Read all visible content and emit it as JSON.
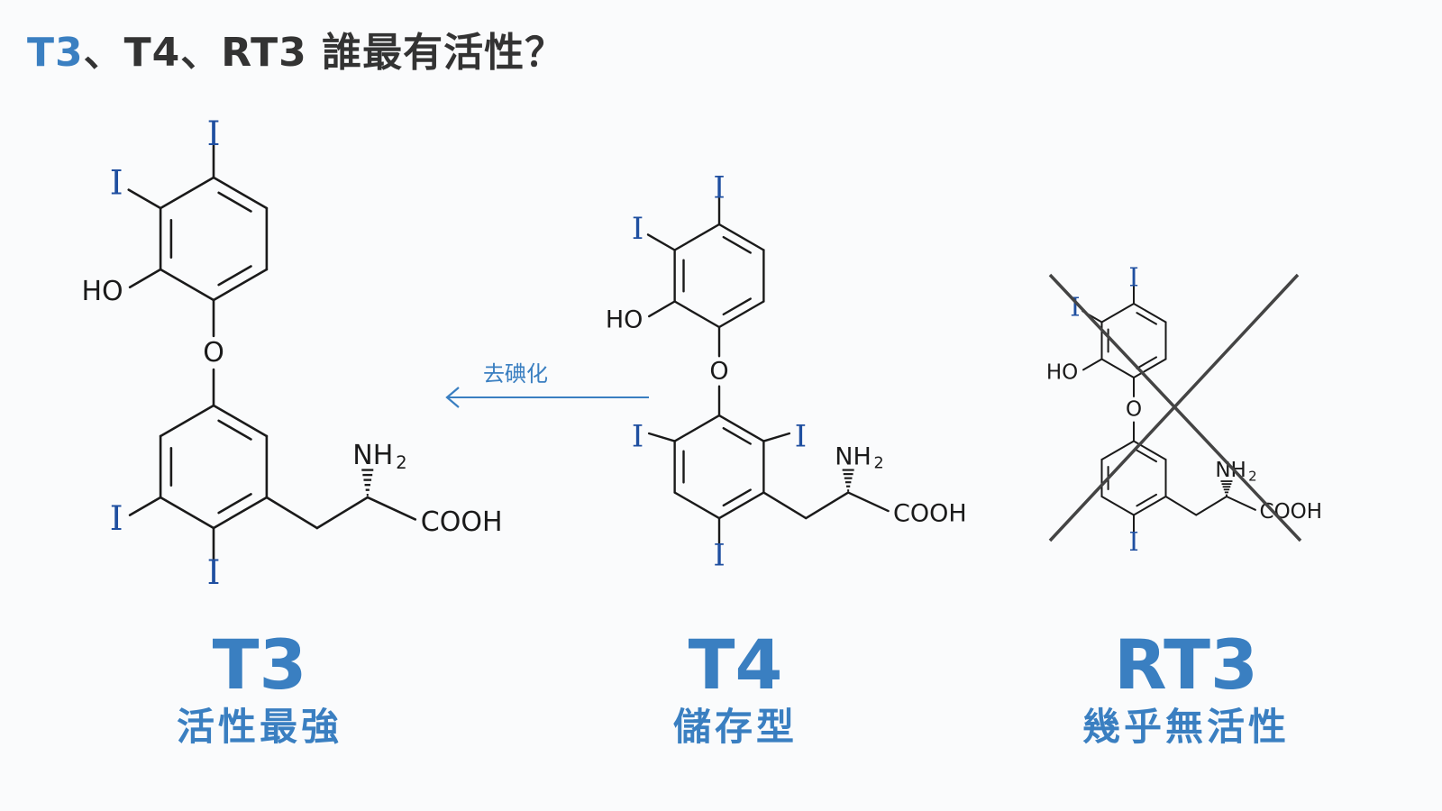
{
  "title": {
    "t3": "T3",
    "rest": "、T4、RT3 誰最有活性？"
  },
  "arrow": {
    "label": "去碘化"
  },
  "atoms": {
    "iodine": "I",
    "ho": "HO",
    "oxygen": "O",
    "nh2": "NH",
    "nh2_sub": "2",
    "cooh": "COOH"
  },
  "molecules": [
    {
      "name": "T3",
      "desc": "活性最強"
    },
    {
      "name": "T4",
      "desc": "儲存型"
    },
    {
      "name": "RT3",
      "desc": "幾乎無活性"
    }
  ],
  "colors": {
    "accent": "#3a7fc1",
    "iodine": "#1f4fa0",
    "bond": "#1a1a1a",
    "cross": "#444444"
  }
}
